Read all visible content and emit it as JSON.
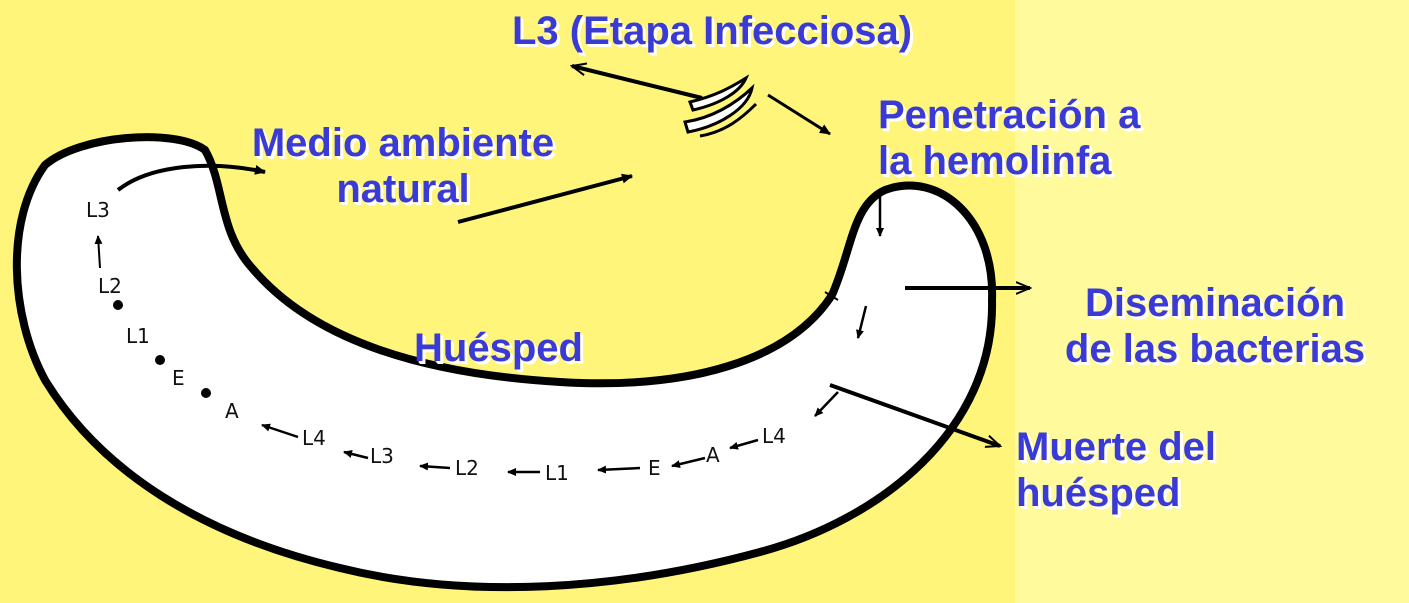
{
  "diagram": {
    "title": "L3 (Etapa Infecciosa)",
    "environment_label": [
      "Medio ambiente",
      "natural"
    ],
    "penetration_label": [
      "Penetración a",
      "la hemolinfa"
    ],
    "host_label": "Huésped",
    "dissemination_label": [
      "Diseminación",
      "de las bacterias"
    ],
    "death_label": [
      "Muerte del",
      "huésped"
    ],
    "host_cycle_sketch": {
      "left_arm_labels": [
        "L3",
        "L2",
        "L1",
        "E",
        "A"
      ],
      "bottom_chain_labels": [
        "L4",
        "L3",
        "L2",
        "L1",
        "E",
        "A",
        "L4"
      ]
    },
    "colors": {
      "background": "#fef57a",
      "background_right": "#fffb9c",
      "label_text": "#3a3ad6",
      "label_shadow": "#ffffff",
      "host_fill": "#ffffff",
      "outline": "#000000"
    }
  }
}
